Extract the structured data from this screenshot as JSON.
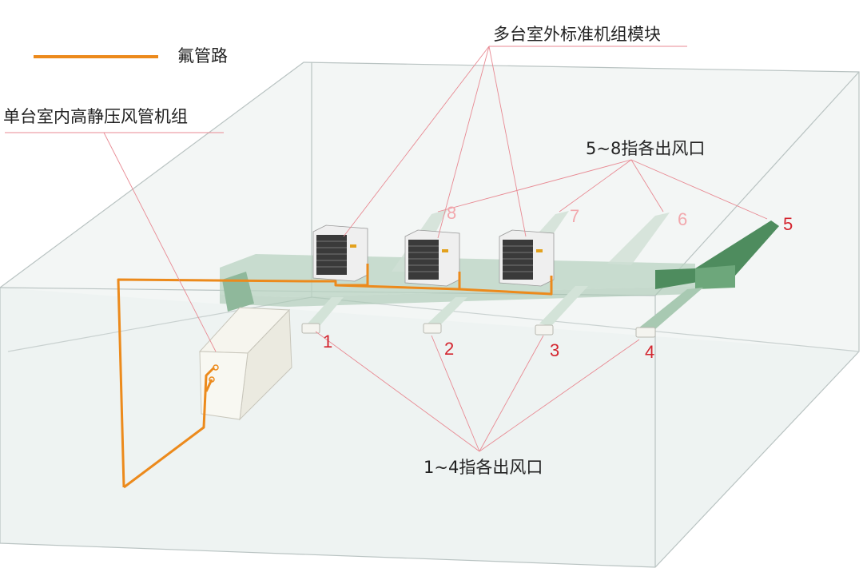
{
  "legend": {
    "line_label": "氟管路",
    "line_color": "#ec8a1c"
  },
  "labels": {
    "outdoor_modules": "多台室外标准机组模块",
    "indoor_unit": "单台室内高静压风管机组",
    "outlets_5_8": "5~8指各出风口",
    "outlets_1_4": "1~4指各出风口"
  },
  "outlet_numbers": [
    "1",
    "2",
    "3",
    "4",
    "5",
    "6",
    "7",
    "8"
  ],
  "colors": {
    "pipe": "#ec8a1c",
    "leader_line": "#e88a93",
    "number_red": "#d4252f",
    "number_faded": "#f2a8ad",
    "duct": "#8fb89b",
    "room_wall": "#eef3f2"
  }
}
